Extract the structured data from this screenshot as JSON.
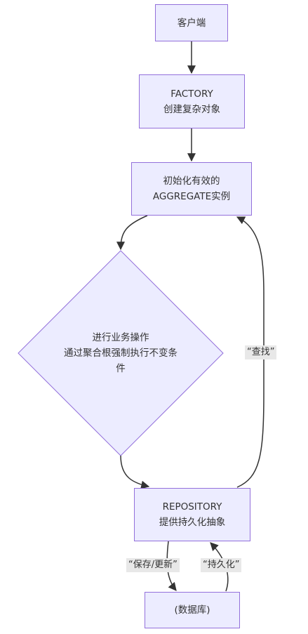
{
  "diagram": {
    "colors": {
      "node_fill": "#ececff",
      "node_stroke": "#9370db",
      "edge": "#333333",
      "text": "#333333",
      "edge_label_bg": "#e8e8e8"
    },
    "nodes": {
      "client": {
        "line1": "客户端"
      },
      "factory": {
        "line1": "FACTORY",
        "line2": "创建复杂对象"
      },
      "aggregate": {
        "line1": "初始化有效的",
        "line2": "AGGREGATE实例"
      },
      "business": {
        "line1": "进行业务操作",
        "line2": "通过聚合根强制执行不变条",
        "line3": "件"
      },
      "repository": {
        "line1": "REPOSITORY",
        "line2": "提供持久化抽象"
      },
      "database": {
        "line1": "(数据库)"
      }
    },
    "edge_labels": {
      "find": "“查找”",
      "save_update": "“保存/更新”",
      "persist": "“持久化”"
    }
  }
}
